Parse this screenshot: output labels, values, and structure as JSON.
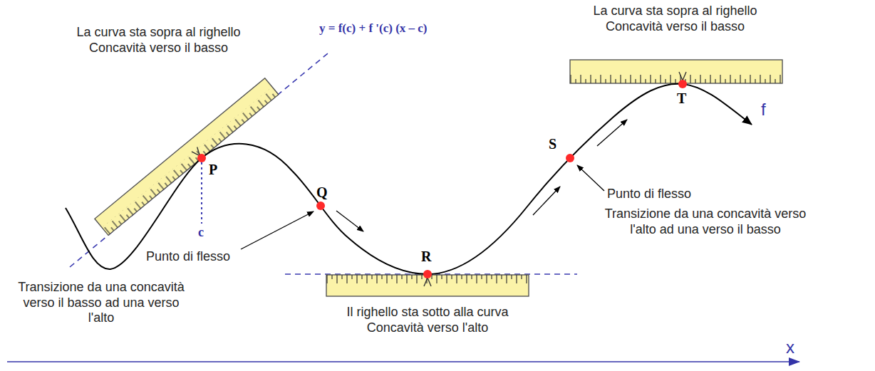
{
  "diagram": {
    "labels": [
      "La curva sta sopra al righello Concavità verso il basso",
      "y = f(c) + f '(c) (x – c)",
      "La curva sta sopra al righello Concavità verso il basso",
      "T",
      "f",
      "P",
      "Q",
      "S",
      "Punto di flesso",
      "Transizione da una concavità verso l'alto ad una verso il basso",
      "c",
      "Punto di flesso",
      "R",
      "Transizione da una concavità verso il basso ad una verso l'alto",
      "Il righello sta sotto alla curva Concavità verso l'alto",
      "x"
    ]
  }
}
